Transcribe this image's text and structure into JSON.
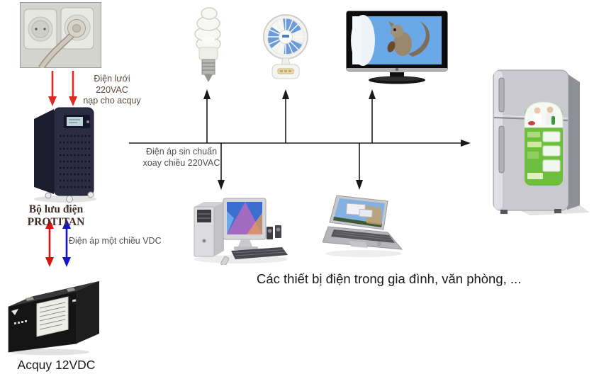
{
  "labels": {
    "grid_power": "Điện lưới 220VAC\nnạp cho acquy",
    "ups_name": "Bộ lưu điện PROTITAN",
    "dc_voltage": "Điện áp một chiều VDC",
    "ac_output": "Điện áp sin chuẩn\nxoay chiều 220VAC",
    "battery": "Acquy 12VDC",
    "devices_caption": "Các thiết bị điện trong gia đình, văn phòng, ..."
  },
  "colors": {
    "charge_arrow_red": "#e02b20",
    "dc_arrow_red": "#dd1111",
    "dc_arrow_blue": "#1414cc",
    "line_black": "#1a1a1a",
    "ups_label_color": "#40302a",
    "annotation_color": "#4f4f4f",
    "grid_label_color": "#5a4a42",
    "caption_color": "#1a1a1a"
  },
  "images": {
    "wall_socket": "220VAC wall outlet with plug",
    "ups": "PROTITAN UPS tower",
    "battery": "12VDC lead-acid battery",
    "bulb": "CFL spiral light bulb",
    "fan": "desk fan",
    "tv": "LCD television",
    "desktop": "desktop computer",
    "laptop": "laptop computer",
    "fridge": "refrigerator"
  }
}
